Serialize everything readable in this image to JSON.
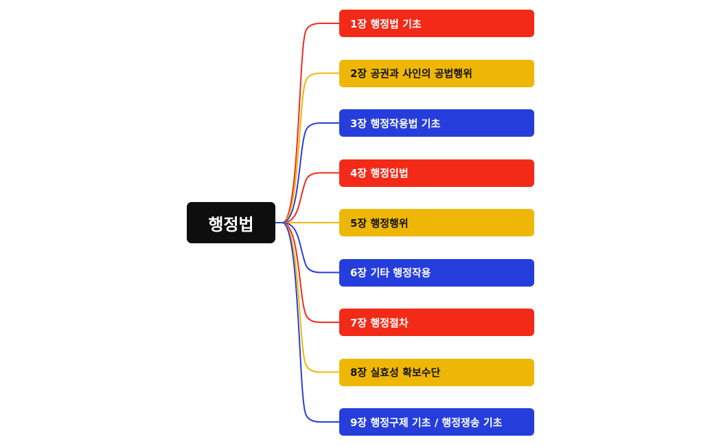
{
  "root": {
    "label": "행정법",
    "color": "#0e0e0e"
  },
  "palette": {
    "red": "#f22a17",
    "yellow": "#efb705",
    "blue": "#253edb"
  },
  "topics": [
    {
      "label": "1장 행정법 기초",
      "color": "#f22a17",
      "text_color": "#ffffff"
    },
    {
      "label": "2장 공권과 사인의 공법행위",
      "color": "#efb705",
      "text_color": "#111111"
    },
    {
      "label": "3장 행정작용법 기초",
      "color": "#253edb",
      "text_color": "#ffffff"
    },
    {
      "label": "4장 행정입법",
      "color": "#f22a17",
      "text_color": "#ffffff"
    },
    {
      "label": "5장 행정행위",
      "color": "#efb705",
      "text_color": "#111111"
    },
    {
      "label": "6장 기타 행정작용",
      "color": "#253edb",
      "text_color": "#ffffff"
    },
    {
      "label": "7장 행정절차",
      "color": "#f22a17",
      "text_color": "#ffffff"
    },
    {
      "label": "8장 실효성 확보수단",
      "color": "#efb705",
      "text_color": "#111111"
    },
    {
      "label": "9장 행정구제 기초 / 행정쟁송 기초",
      "color": "#253edb",
      "text_color": "#ffffff"
    }
  ]
}
